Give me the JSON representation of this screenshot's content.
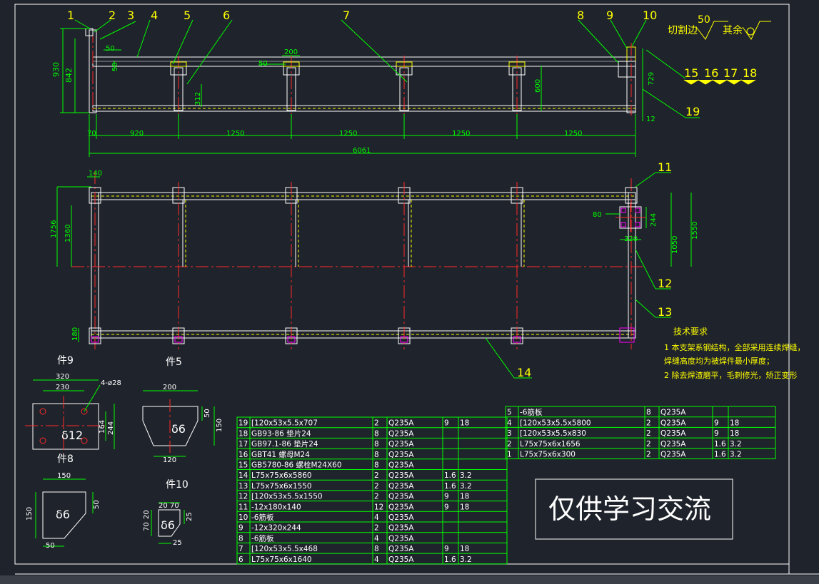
{
  "balloons_top": [
    "1",
    "2",
    "3",
    "4",
    "5",
    "6",
    "7",
    "8",
    "9",
    "10"
  ],
  "balloons_mid": [
    "15",
    "16",
    "17",
    "18",
    "19"
  ],
  "balloons_plan": [
    "11",
    "12",
    "13",
    "14"
  ],
  "surface": {
    "cut_edge_label": "切割边",
    "cut_value": "50",
    "rest_label": "其余"
  },
  "front_dims": {
    "h930": "930",
    "h842": "842",
    "d50a": "50",
    "d50b": "50",
    "d50c": "50",
    "d200": "200",
    "d312": "312",
    "d600": "600",
    "d729": "729",
    "d12": "12",
    "spans": [
      "70",
      "920",
      "1250",
      "1250",
      "1250",
      "1250"
    ],
    "total": "6061"
  },
  "plan_dims": {
    "d140": "140",
    "d1756": "1756",
    "d1360": "1360",
    "d180": "180",
    "d80": "80",
    "d244": "244",
    "d320": "320",
    "d1050": "1050",
    "d1550": "1550"
  },
  "tech": {
    "title": "技术要求",
    "lines": [
      "1  本支架系钢结构，全部采用连续焊缝，",
      "    焊缝高度均为被焊件最小厚度；",
      "2  除去焊渣磨平，毛刺修光，矫正变形"
    ]
  },
  "details": {
    "p9": {
      "label": "件9",
      "w": "320",
      "w2": "230",
      "h1": "164",
      "h2": "244",
      "holes": "4-ø28",
      "thk": "δ12"
    },
    "p5": {
      "label": "件5",
      "top": "200",
      "bot": "120",
      "h1": "50",
      "h2": "150",
      "thk": "δ6"
    },
    "p8": {
      "label": "件8",
      "w": "150",
      "h": "150",
      "e1": "50",
      "e2": "50",
      "thk": "δ6"
    },
    "p10": {
      "label": "件10",
      "a": "20",
      "b": "70",
      "c": "70",
      "d": "20",
      "e": "25",
      "f": "25",
      "thk": "δ6"
    }
  },
  "bom_left": [
    [
      "19",
      "[120x53x5.5x707",
      "2",
      "Q235A",
      "9",
      "18"
    ],
    [
      "18",
      "GB93-86",
      "垫片24",
      "8",
      "Q235A",
      "",
      ""
    ],
    [
      "17",
      "GB97.1-86",
      "垫片24",
      "8",
      "Q235A",
      "",
      ""
    ],
    [
      "16",
      "GBT41",
      "螺母M24",
      "8",
      "Q235A",
      "",
      ""
    ],
    [
      "15",
      "GB5780-86",
      "螺栓M24X60",
      "8",
      "Q235A",
      "",
      ""
    ],
    [
      "14",
      "L75x75x6x5860",
      "2",
      "Q235A",
      "1.6",
      "3.2"
    ],
    [
      "13",
      "L75x75x6x1550",
      "2",
      "Q235A",
      "1.6",
      "3.2"
    ],
    [
      "12",
      "[120x53x5.5x1550",
      "2",
      "Q235A",
      "9",
      "18"
    ],
    [
      "11",
      "-12x180x140",
      "12",
      "Q235A",
      "9",
      "18"
    ],
    [
      "10",
      "-6筋板",
      "4",
      "Q235A",
      "",
      ""
    ],
    [
      "9",
      "-12x320x244",
      "2",
      "Q235A",
      "",
      ""
    ],
    [
      "8",
      "-6筋板",
      "4",
      "Q235A",
      "",
      ""
    ],
    [
      "7",
      "[120x53x5.5x468",
      "8",
      "Q235A",
      "9",
      "18"
    ],
    [
      "6",
      "L75x75x6x1640",
      "4",
      "Q235A",
      "1.6",
      "3.2"
    ]
  ],
  "bom_right": [
    [
      "5",
      "-6筋板",
      "8",
      "Q235A",
      "",
      ""
    ],
    [
      "4",
      "[120x53x5.5x5800",
      "2",
      "Q235A",
      "9",
      "18"
    ],
    [
      "3",
      "[120x53x5.5x830",
      "2",
      "Q235A",
      "9",
      "18"
    ],
    [
      "2",
      "L75x75x6x1656",
      "2",
      "Q235A",
      "1.6",
      "3.2"
    ],
    [
      "1",
      "L75x75x6x300",
      "2",
      "Q235A",
      "1.6",
      "3.2"
    ]
  ],
  "stamp": "仅供学习交流"
}
